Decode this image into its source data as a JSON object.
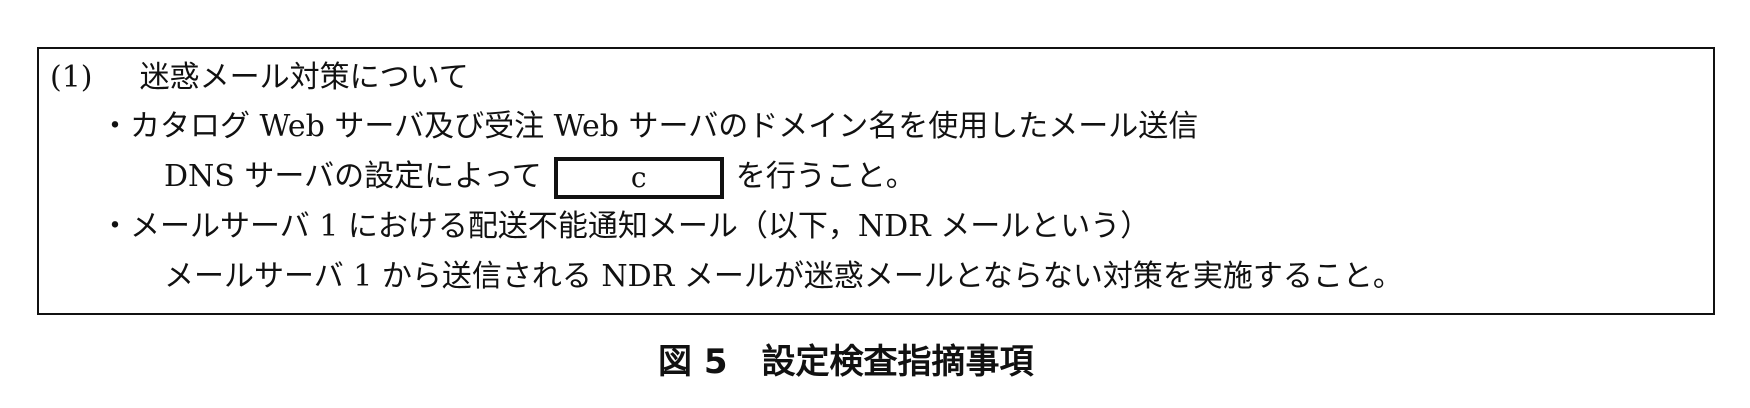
{
  "section": {
    "number": "(1)",
    "heading": "迷惑メール対策について",
    "items": [
      {
        "bullet": "・",
        "title": "カタログ Web サーバ及び受注 Web サーバのドメイン名を使用したメール送信",
        "body_before": "DNS サーバの設定によって",
        "blank_label": "c",
        "body_after": "を行うこと。"
      },
      {
        "bullet": "・",
        "title": "メールサーバ 1 における配送不能通知メール（以下，NDR メールという）",
        "body": "メールサーバ 1 から送信される NDR メールが迷惑メールとならない対策を実施すること。"
      }
    ]
  },
  "caption": {
    "figure_number": "図 5",
    "title": "設定検査指摘事項"
  }
}
